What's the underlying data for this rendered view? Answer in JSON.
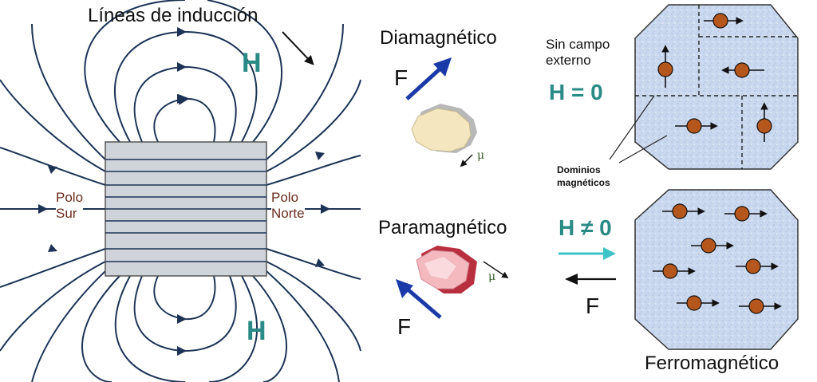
{
  "labels": {
    "induction_lines": "Líneas de inducción",
    "H": "H",
    "pole_south": "Polo\nSur",
    "pole_north": "Polo\nNorte",
    "diamagnetic": "Diamagnético",
    "paramagnetic": "Paramagnético",
    "ferromagnetic": "Ferromagnético",
    "F": "F",
    "mu": "μ",
    "no_field": "Sin campo\nexterno",
    "H_zero": "H = 0",
    "H_nonzero": "H ≠ 0",
    "domains": "Dominios\nmagnéticos"
  },
  "colors": {
    "field_line": "#1d3356",
    "magnet": "#cfd3da",
    "force_arrow": "#1a3aa8",
    "accent_teal": "#2a8a86",
    "field_arrow": "#3ec3c9",
    "domain_bg": "#c9d8ee",
    "dipole": "#b5561c",
    "pole_text": "#6a2b1e"
  }
}
